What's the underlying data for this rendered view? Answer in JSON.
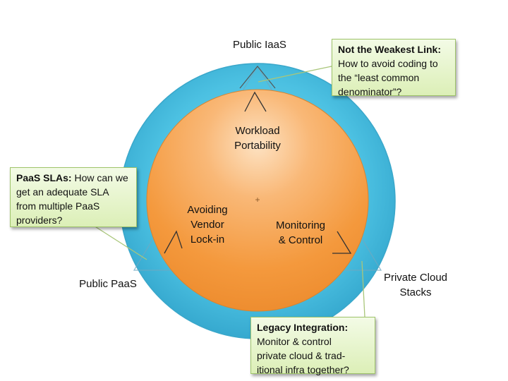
{
  "diagram": {
    "outer_labels": {
      "top": "Public IaaS",
      "left": "Public PaaS",
      "right_line1": "Private Cloud",
      "right_line2": "Stacks"
    },
    "inner_labels": {
      "top_line1": "Workload",
      "top_line2": "Portability",
      "left_line1": "Avoiding",
      "left_line2": "Vendor",
      "left_line3": "Lock-in",
      "right_line1": "Monitoring",
      "right_line2": "& Control"
    },
    "center_mark": "+",
    "callouts": {
      "weakest_link": {
        "title": "Not the Weakest Link:",
        "line1": "How to avoid coding to",
        "line2": "the “least common",
        "line3": "denominator”?"
      },
      "paas_slas": {
        "title": "PaaS SLAs:",
        "line1_rest": " How can we",
        "line2": "get an adequate SLA",
        "line3": "from multiple PaaS",
        "line4": "providers?"
      },
      "legacy": {
        "title": "Legacy Integration:",
        "line1": "Monitor & control",
        "line2": "private cloud & trad-",
        "line3": "itional infra together?"
      }
    },
    "colors": {
      "outer_ring": "#39b9dc",
      "inner_circle": "#f39a3c",
      "callout_fill": "#e6f4cf",
      "callout_border": "#9fc46a"
    }
  }
}
